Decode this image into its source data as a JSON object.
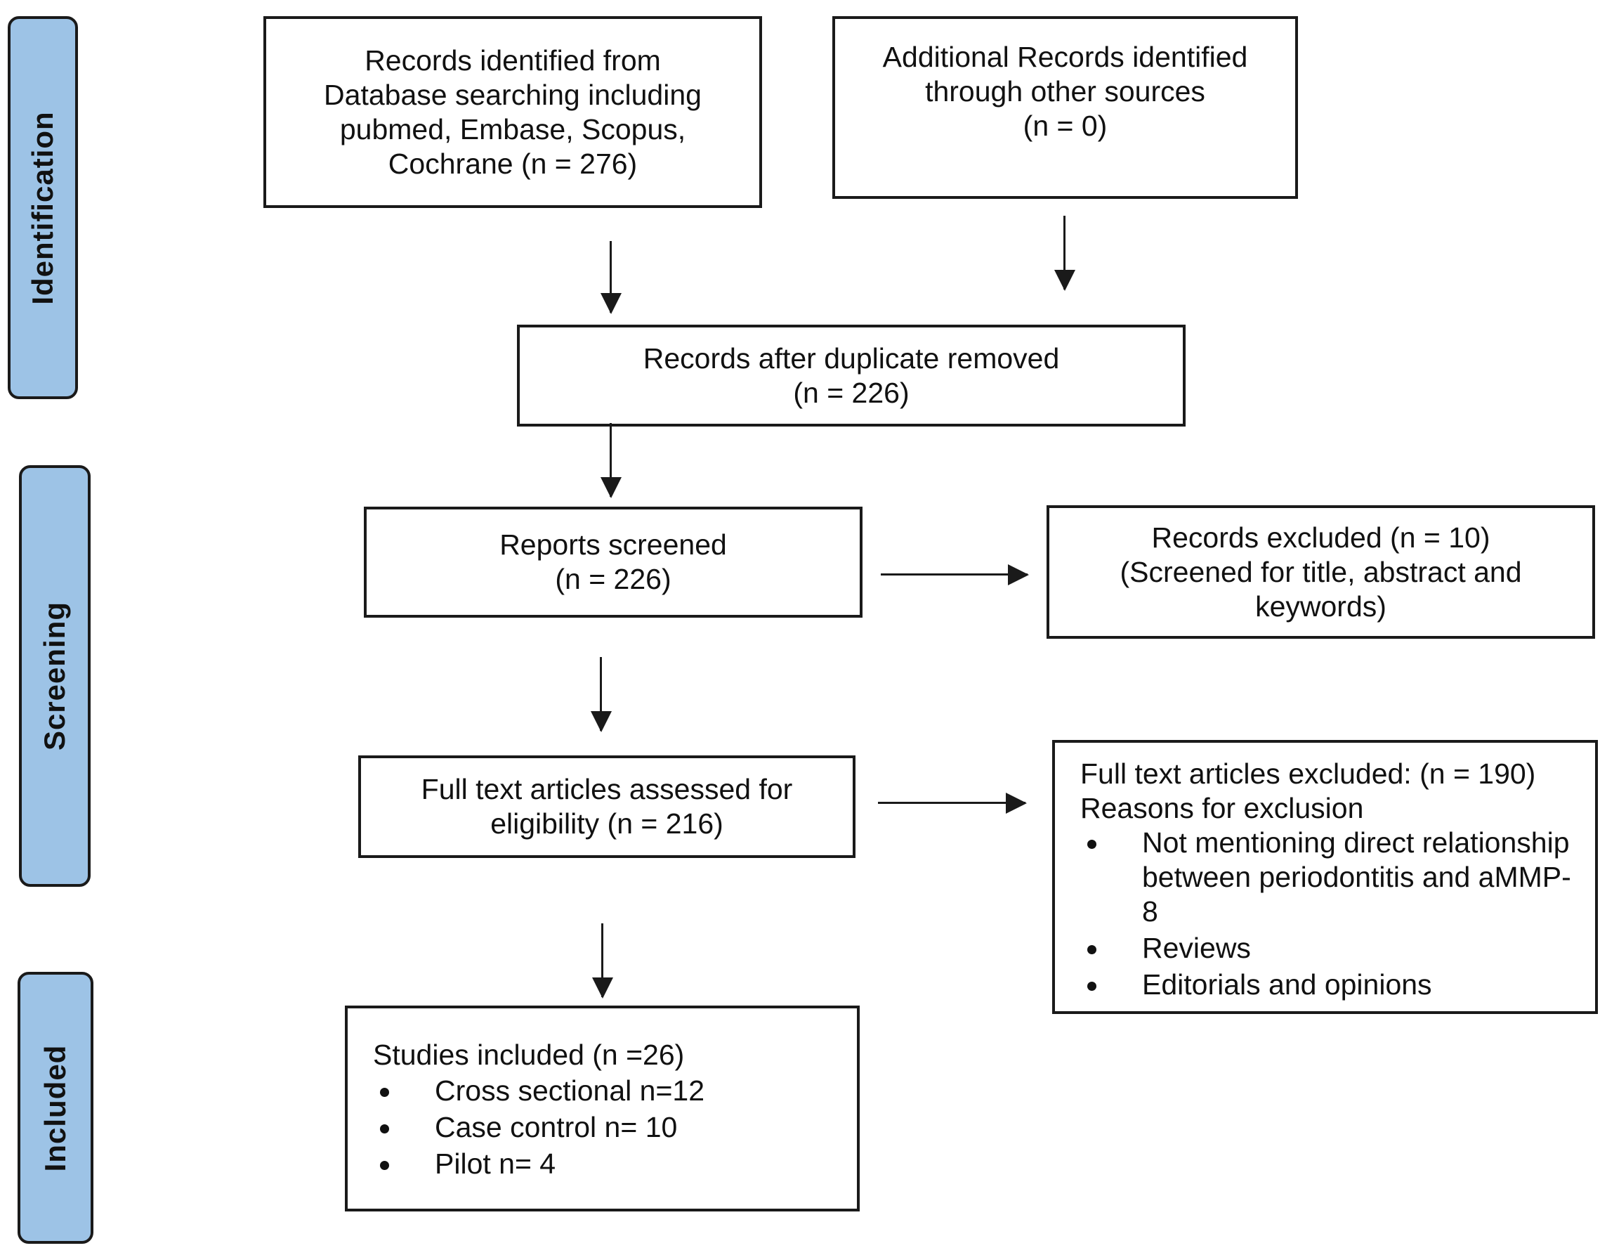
{
  "stages": {
    "identification": "Identification",
    "screening": "Screening",
    "included": "Included"
  },
  "boxes": {
    "records_identified": [
      "Records identified from",
      "Database searching including",
      "pubmed, Embase, Scopus,",
      "Cochrane (n = 276)"
    ],
    "additional_records": [
      "Additional Records identified",
      "through other sources",
      "(n = 0)"
    ],
    "after_duplicates": [
      "Records after duplicate removed",
      "(n = 226)"
    ],
    "reports_screened": [
      "Reports screened",
      "(n = 226)"
    ],
    "records_excluded": [
      "Records excluded (n = 10)",
      "(Screened for title, abstract and",
      "keywords)"
    ],
    "full_text_assessed": [
      "Full text articles assessed for",
      "eligibility (n = 216)"
    ],
    "full_text_excluded": {
      "heading": "Full text articles excluded: (n = 190)",
      "subheading": "Reasons for exclusion",
      "reasons": [
        "Not mentioning direct relationship between periodontitis and aMMP-8",
        "Reviews",
        "Editorials and opinions"
      ]
    },
    "studies_included": {
      "heading": "Studies included (n =26)",
      "items": [
        "Cross sectional n=12",
        "Case control n= 10",
        "Pilot n= 4"
      ]
    }
  },
  "colors": {
    "stage_fill": "#9dc3e6",
    "outline": "#1a1a1a"
  }
}
